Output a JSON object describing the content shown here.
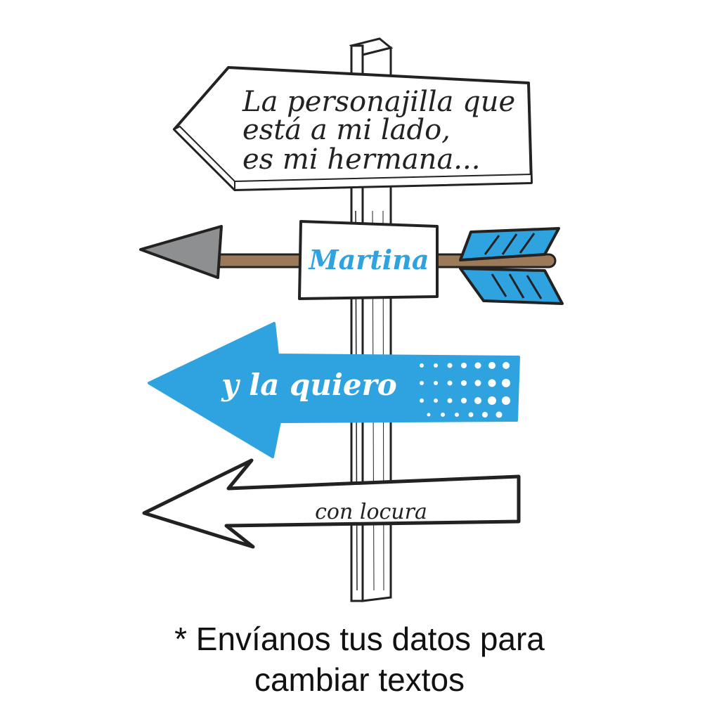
{
  "signpost": {
    "top_sign": {
      "line1": "La personajilla que",
      "line2": "está a mi lado,",
      "line3": "es mi hermana..."
    },
    "arrow_sign": {
      "label": "Martina"
    },
    "blue_arrow_sign": {
      "label": "y la quiero"
    },
    "bottom_arrow_sign": {
      "label": "con locura"
    }
  },
  "caption": {
    "line1": "* Envíanos tus datos para",
    "line2": "cambiar textos"
  },
  "colors": {
    "accent_blue": "#2fa3df",
    "ink": "#222222",
    "arrow_head_gray": "#8d8f91",
    "shaft_brown": "#9b7a5a",
    "background": "#ffffff"
  }
}
